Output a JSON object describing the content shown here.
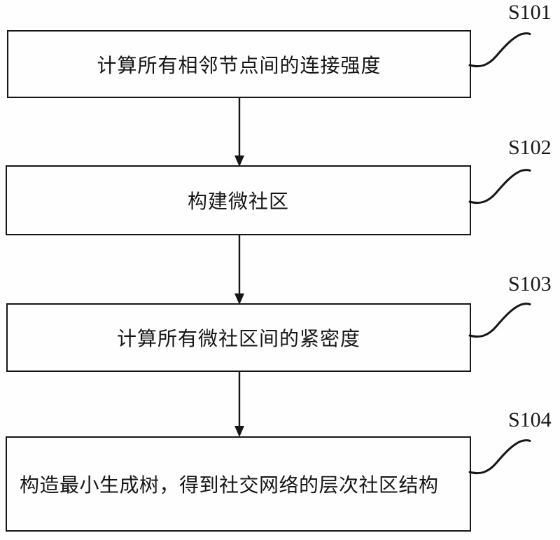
{
  "figure": {
    "type": "flowchart",
    "background_color": "#fefefe",
    "line_color": "#161616",
    "steps": [
      {
        "ref": "S101",
        "text": "计算所有相邻节点间的连接强度"
      },
      {
        "ref": "S102",
        "text": "构建微社区"
      },
      {
        "ref": "S103",
        "text": "计算所有微社区间的紧密度"
      },
      {
        "ref": "S104",
        "text": "构造最小生成树，得到社交网络的层次社区结构"
      }
    ]
  }
}
